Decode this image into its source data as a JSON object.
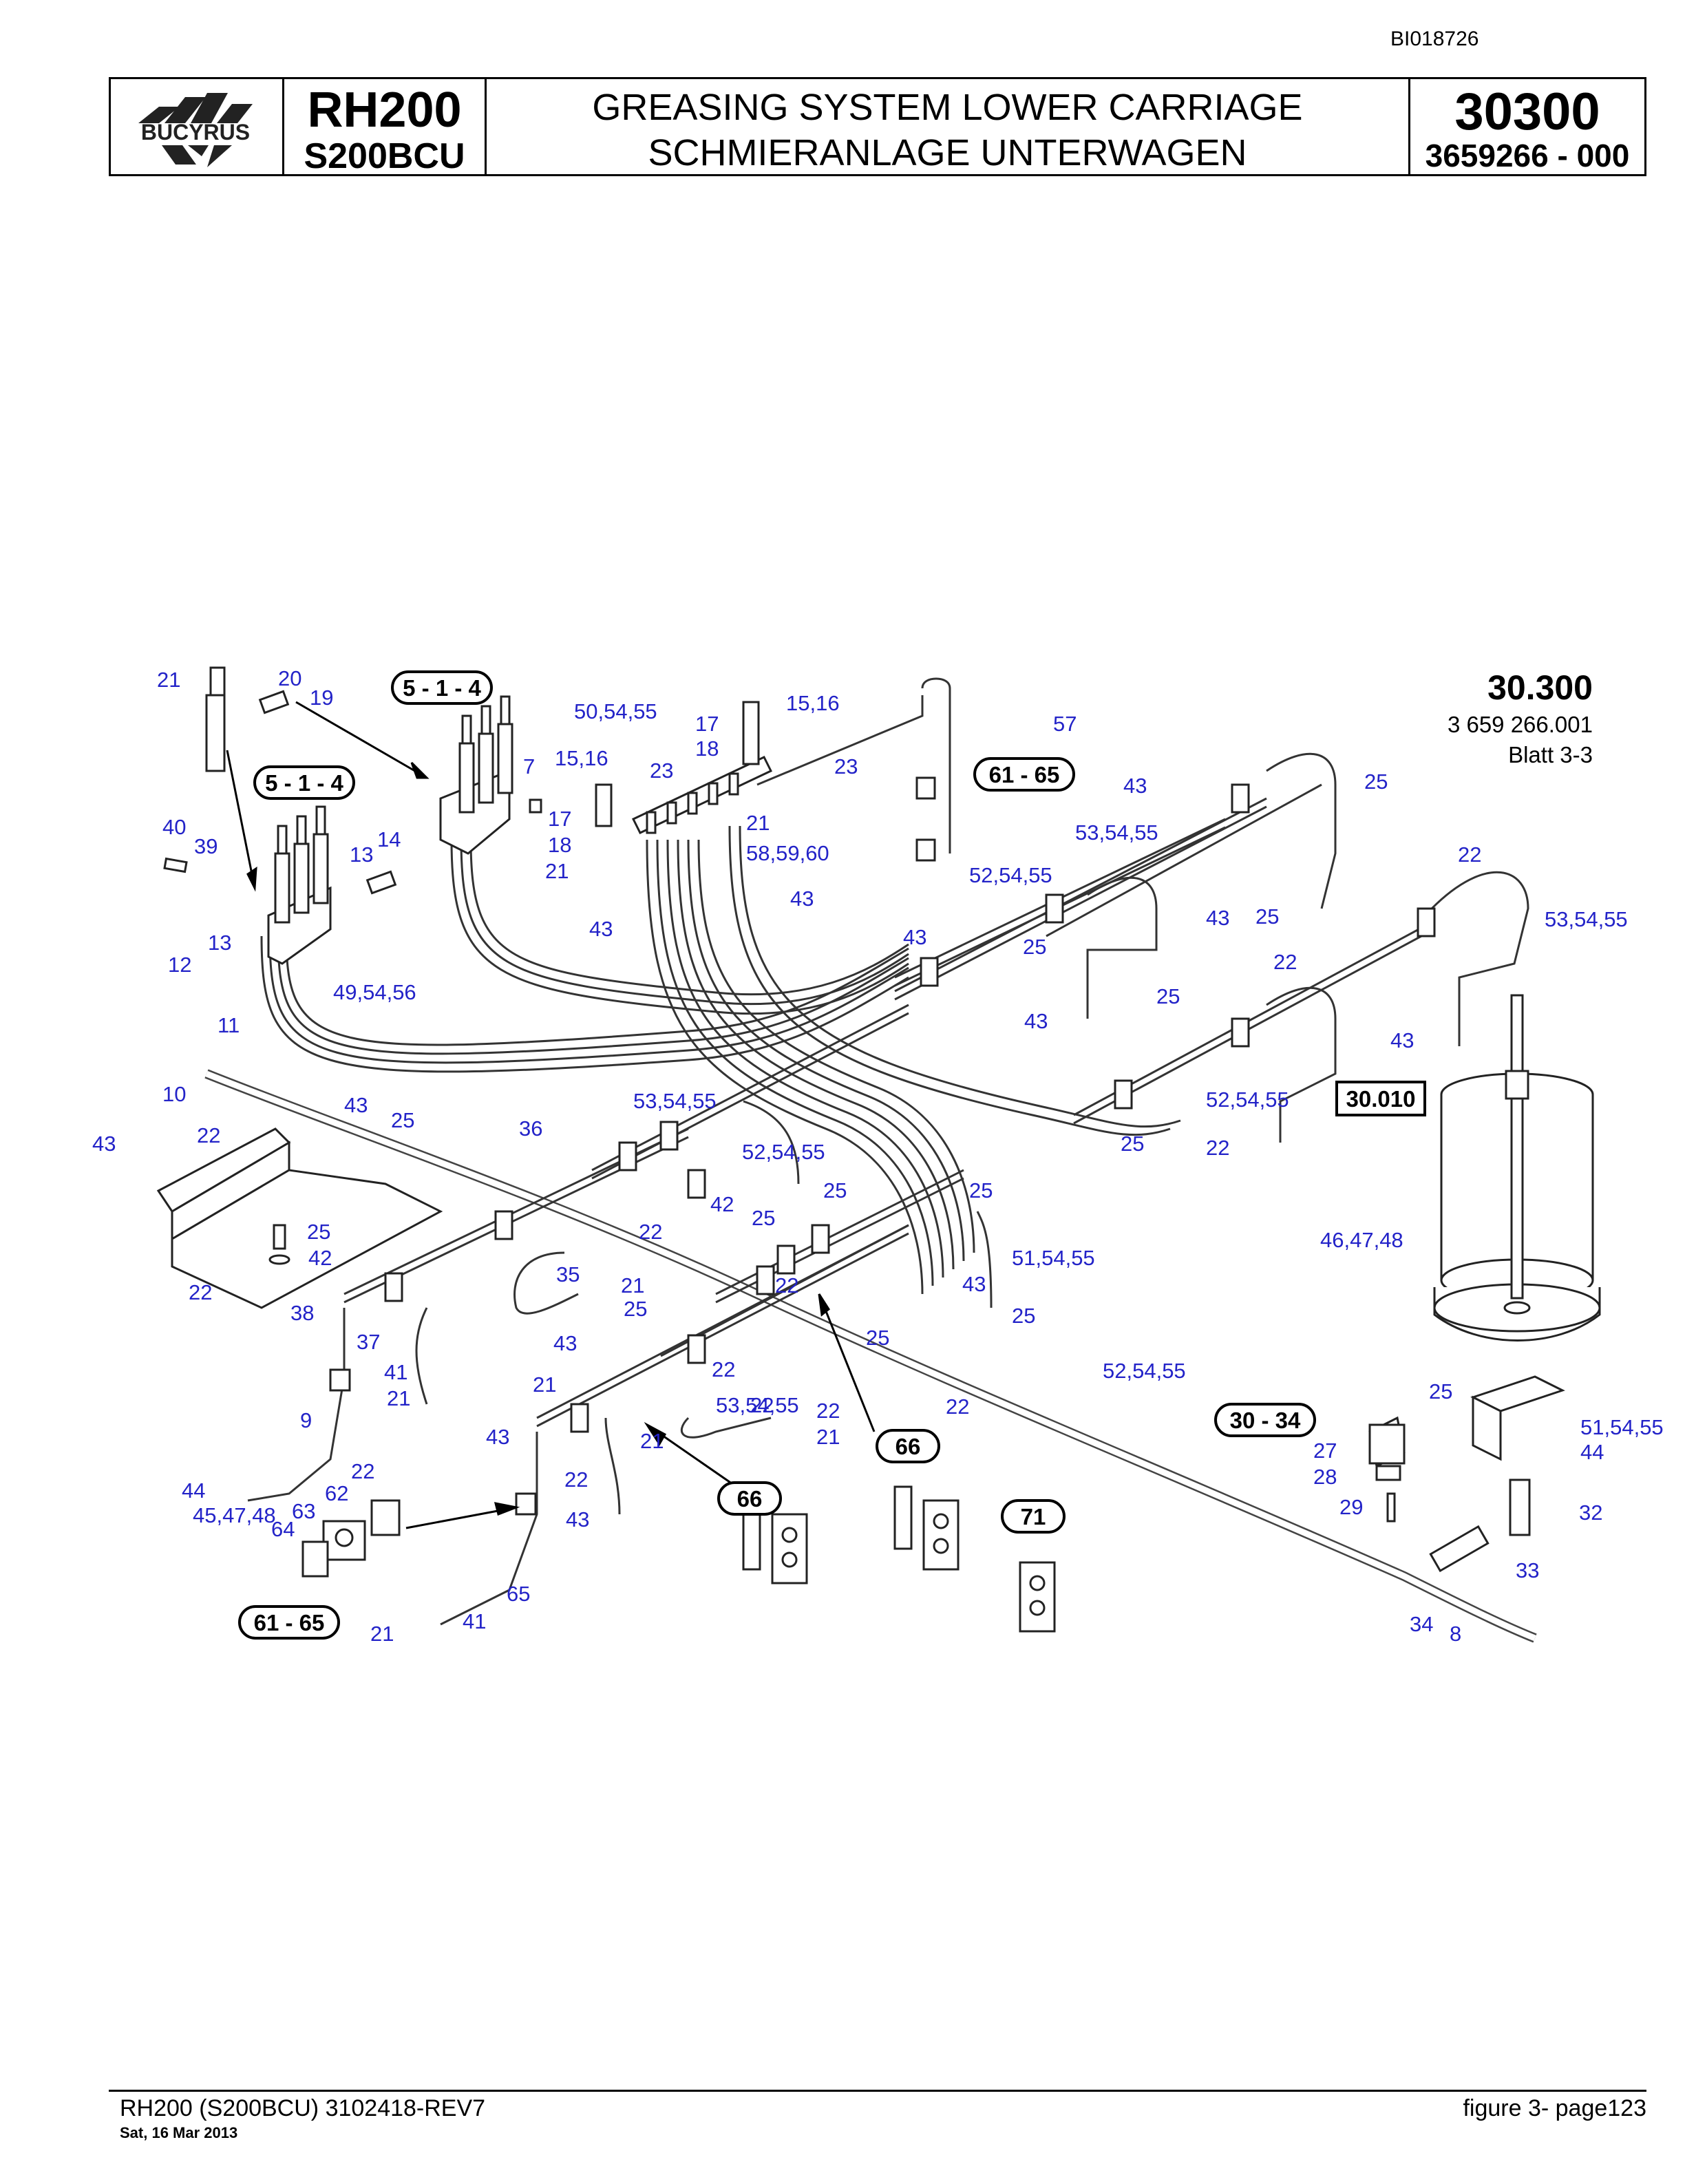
{
  "header": {
    "doc_id": "BI018726",
    "logo_text": "BUCYRUS",
    "model": "RH200",
    "model_sub": "S200BCU",
    "title_en": "GREASING SYSTEM LOWER CARRIAGE",
    "title_de": "SCHMIERANLAGE UNTERWAGEN",
    "number": "30300",
    "part_number": "3659266  - 000"
  },
  "diagram": {
    "ref_title": "30.300",
    "ref_number": "3 659 266.001",
    "ref_sheet": "Blatt 3-3",
    "boxed_ref": "30.010",
    "callouts": [
      {
        "id": "c-5-1-4-a",
        "text": "5 - 1 - 4"
      },
      {
        "id": "c-5-1-4-b",
        "text": "5 - 1 - 4"
      },
      {
        "id": "c-61-65-a",
        "text": "61 - 65"
      },
      {
        "id": "c-61-65-b",
        "text": "61 - 65"
      },
      {
        "id": "c-30-34",
        "text": "30 - 34"
      },
      {
        "id": "c-66-a",
        "text": "66"
      },
      {
        "id": "c-66-b",
        "text": "66"
      },
      {
        "id": "c-71",
        "text": "71"
      }
    ],
    "labels": [
      "21",
      "20",
      "19",
      "40",
      "39",
      "13",
      "14",
      "12",
      "13",
      "11",
      "10",
      "49,54,56",
      "43",
      "7",
      "15,16",
      "17",
      "18",
      "21",
      "50,54,55",
      "15,16",
      "17",
      "18",
      "23",
      "23",
      "21",
      "58,59,60",
      "57",
      "43",
      "43",
      "43",
      "25",
      "43",
      "53,54,55",
      "25",
      "52,54,55",
      "25",
      "43",
      "22",
      "53,54,55",
      "43",
      "43",
      "22",
      "25",
      "25",
      "52,54,55",
      "22",
      "43",
      "22",
      "25",
      "36",
      "53,54,55",
      "52,54,55",
      "25",
      "42",
      "22",
      "25",
      "25",
      "51,54,55",
      "25",
      "25",
      "42",
      "22",
      "38",
      "37",
      "35",
      "21",
      "25",
      "43",
      "21",
      "22",
      "53,54,55",
      "25",
      "52,54,55",
      "25",
      "51,54,55",
      "44",
      "27",
      "28",
      "29",
      "32",
      "33",
      "34",
      "8",
      "46,47,48",
      "9",
      "44",
      "45,47,48",
      "41",
      "21",
      "22",
      "43",
      "22",
      "21",
      "21",
      "22",
      "43",
      "22",
      "43",
      "22",
      "62",
      "63",
      "64",
      "65",
      "41",
      "21",
      "22",
      "25"
    ]
  },
  "footer": {
    "left": "RH200 (S200BCU) 3102418-REV7",
    "date": "Sat, 16 Mar 2013",
    "right": "figure  3- page123"
  }
}
